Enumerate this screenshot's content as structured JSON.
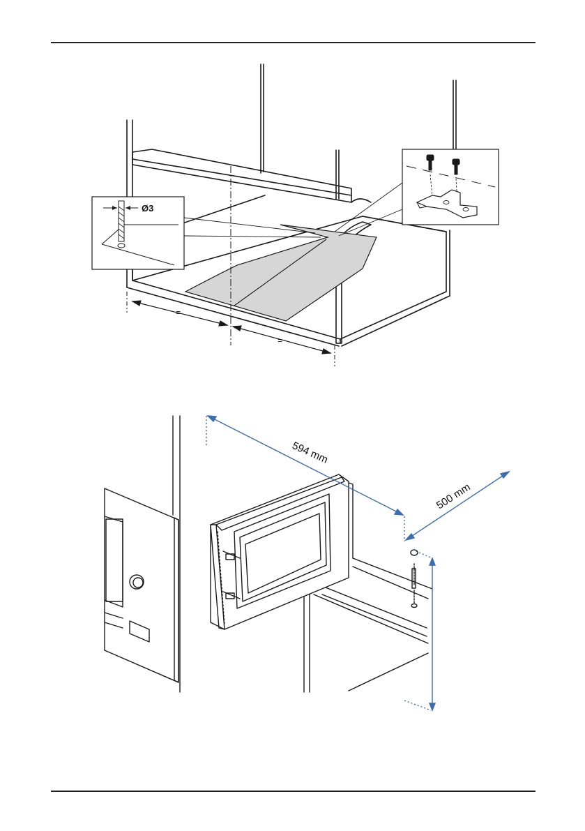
{
  "figure1": {
    "drill_label": "Ø3",
    "equal_left": "=",
    "equal_right": "="
  },
  "figure2": {
    "width_label": "594 mm",
    "depth_label": "500 mm"
  },
  "colors": {
    "line": "#1a1a1a",
    "template_fill": "#d6d6d6",
    "dimension_blue": "#3b6db3"
  }
}
